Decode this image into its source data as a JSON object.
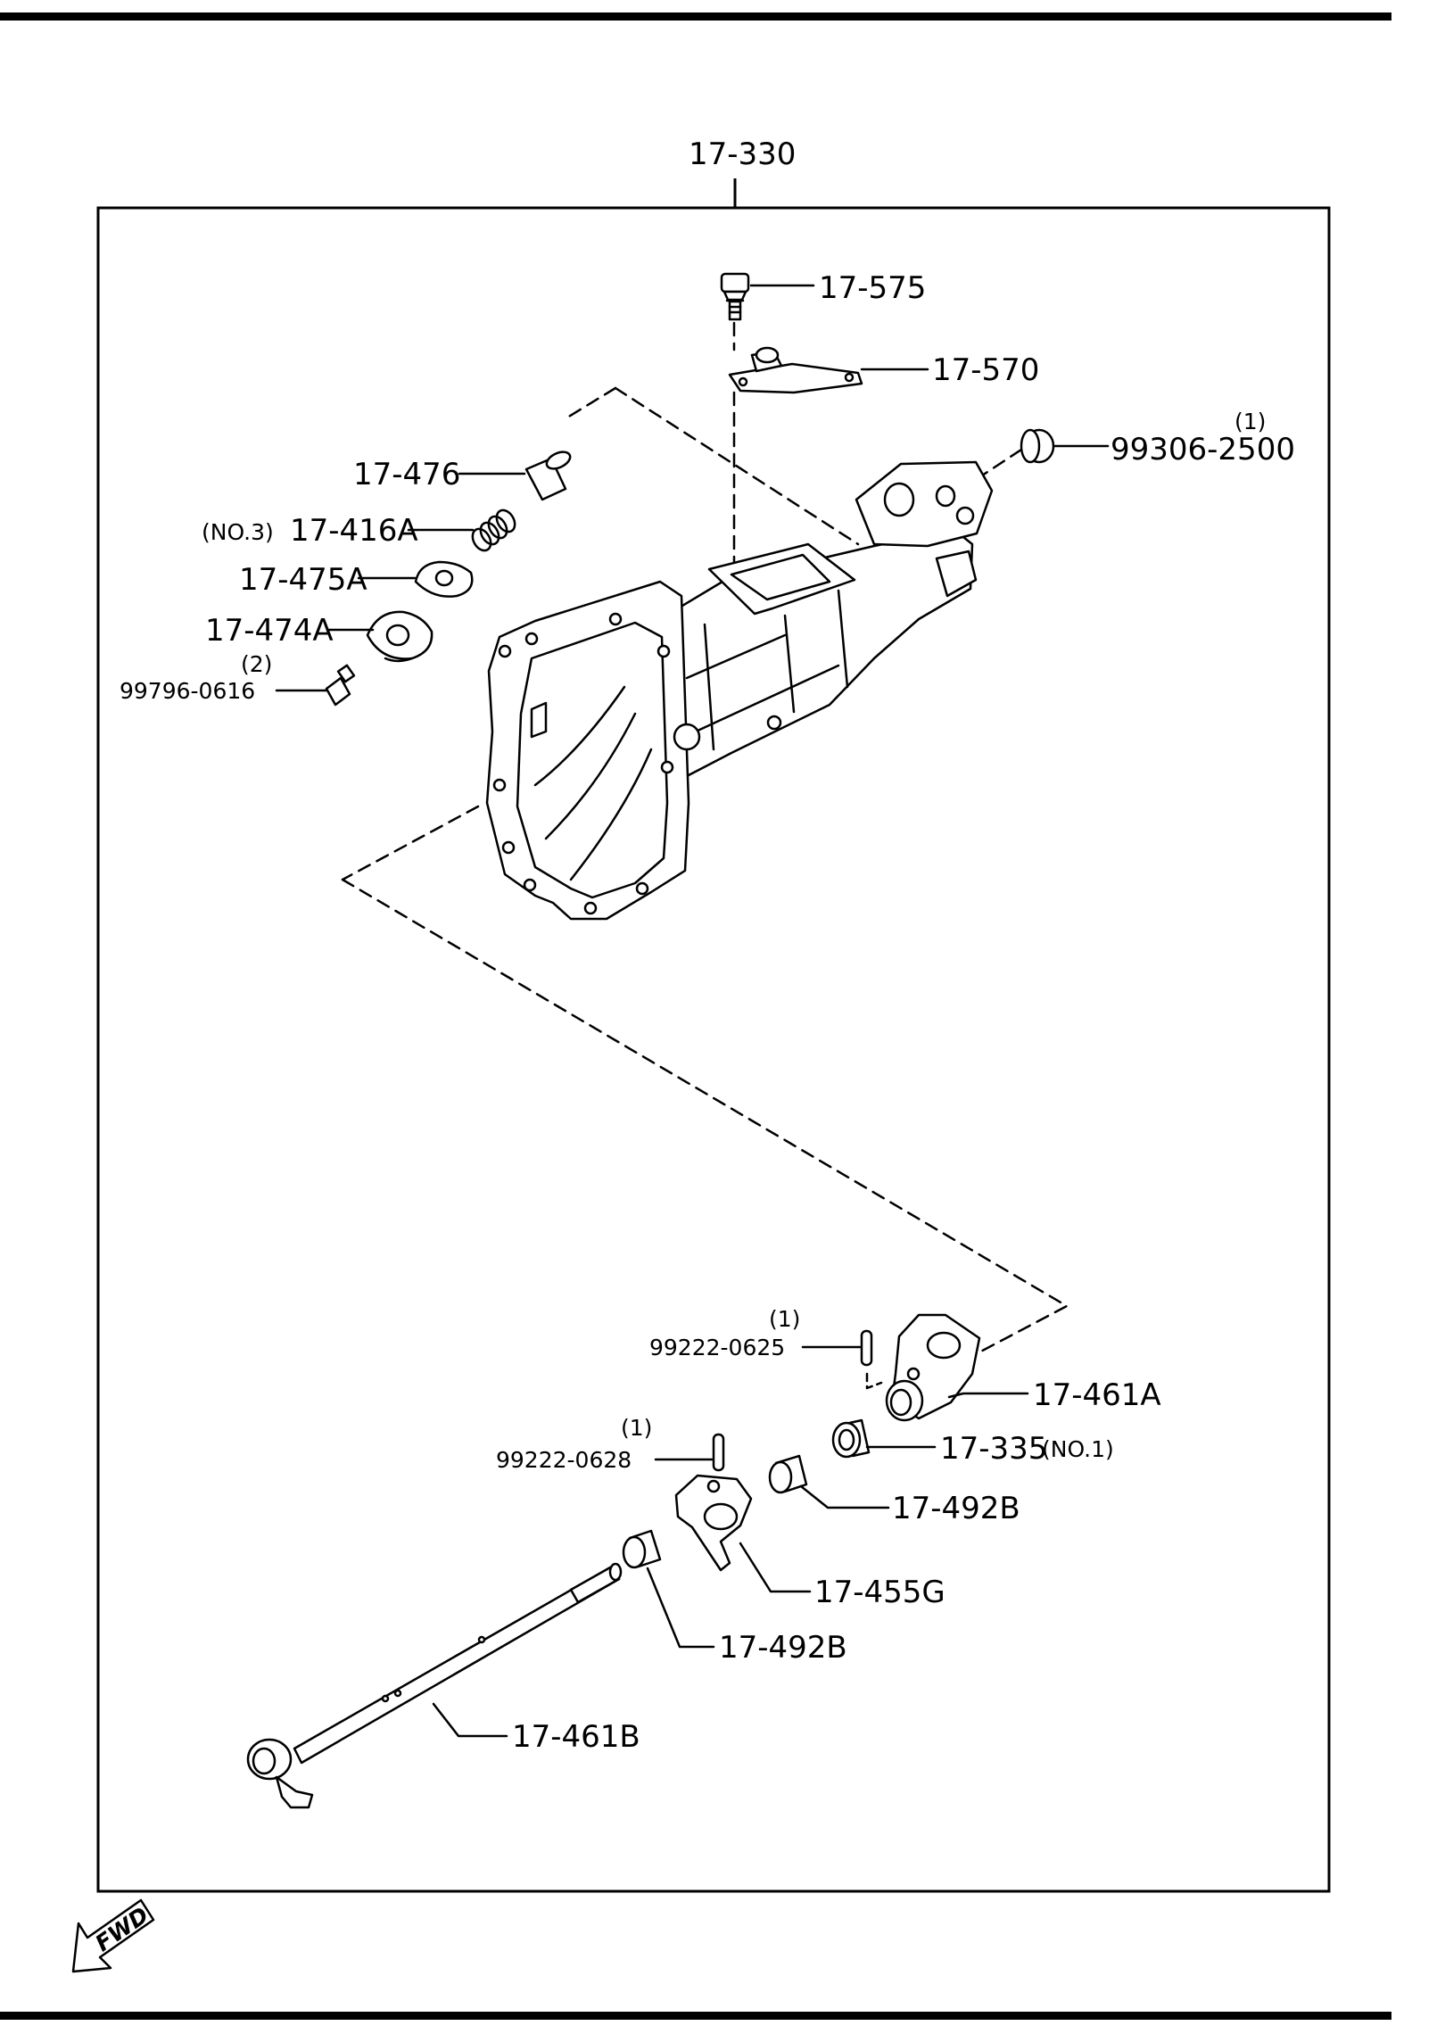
{
  "assembly": "17-330",
  "fwd_label": "FWD",
  "labels": {
    "p17_575": "17-575",
    "p17_570": "17-570",
    "p99306": "99306-2500",
    "p99306_qty": "(1)",
    "p17_476": "17-476",
    "p17_416a_note": "(NO.3)",
    "p17_416a": "17-416A",
    "p17_475a": "17-475A",
    "p17_474a": "17-474A",
    "p99796_qty": "(2)",
    "p99796": "99796-0616",
    "p99222_0625_qty": "(1)",
    "p99222_0625": "99222-0625",
    "p17_461a": "17-461A",
    "p99222_0628_qty": "(1)",
    "p99222_0628": "99222-0628",
    "p17_335": "17-335",
    "p17_335_note": "(NO.1)",
    "p17_492b_upper": "17-492B",
    "p17_455g": "17-455G",
    "p17_492b_lower": "17-492B",
    "p17_461b": "17-461B"
  }
}
